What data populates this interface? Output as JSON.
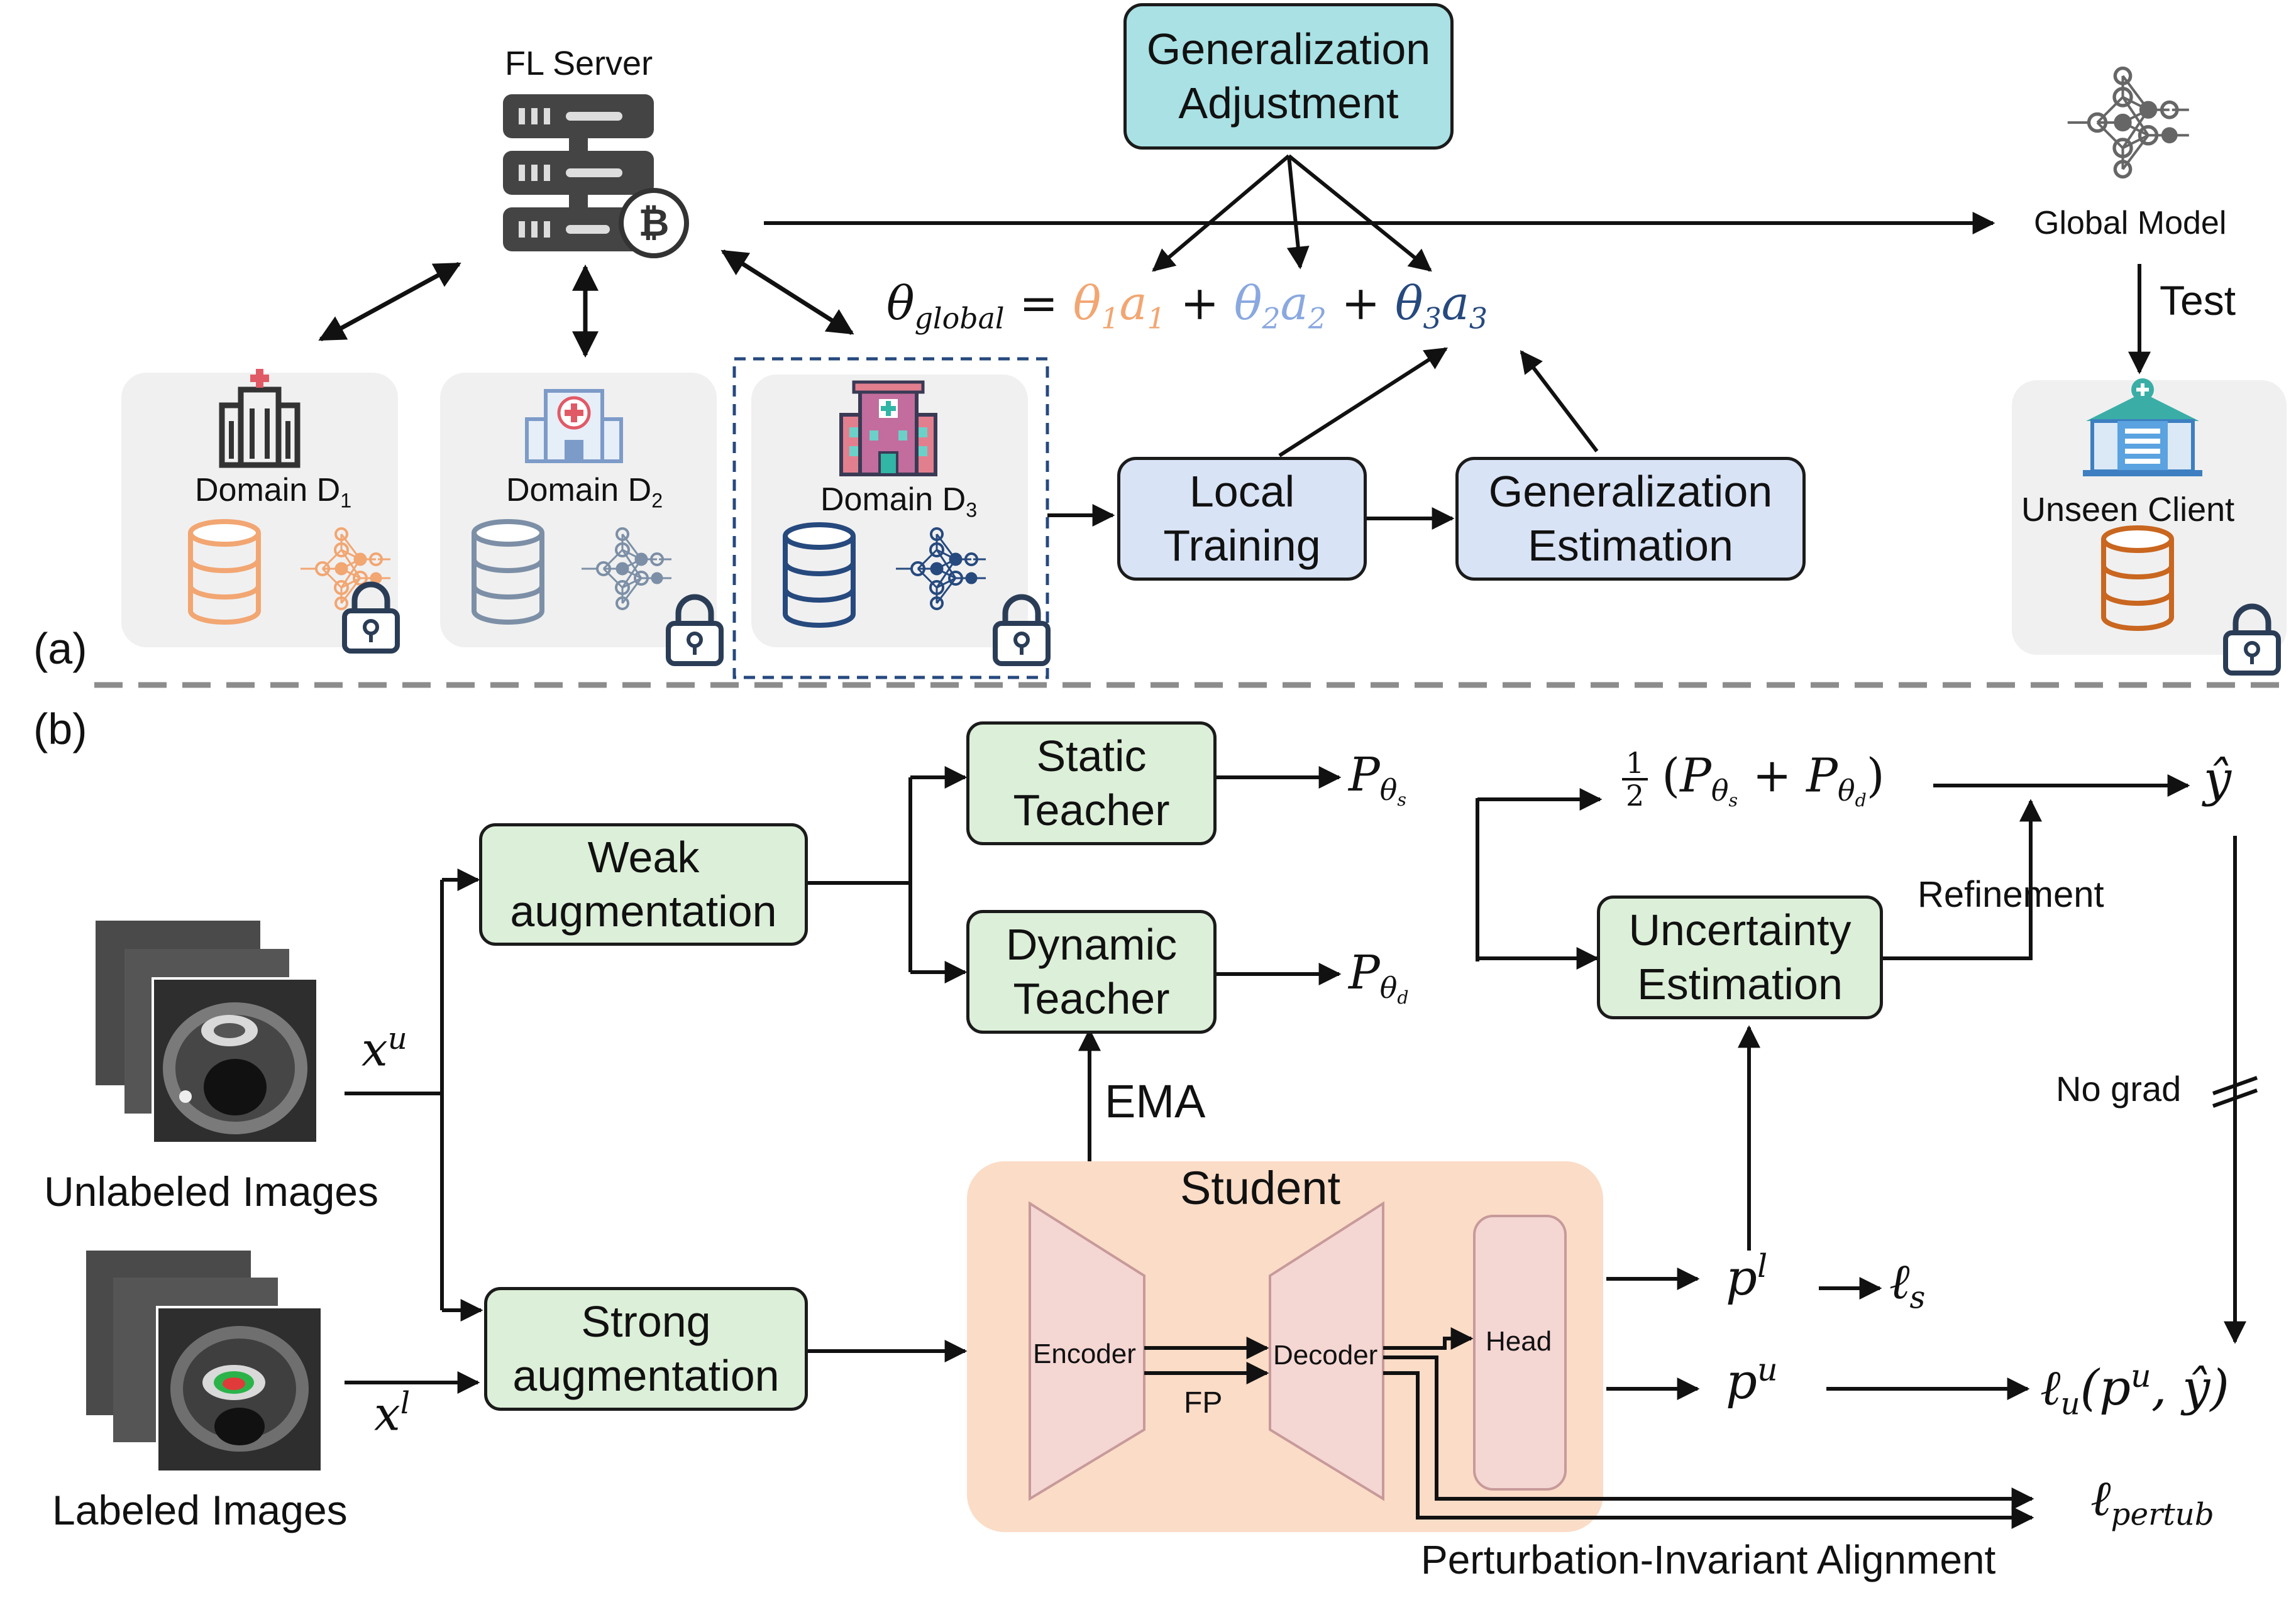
{
  "panel_labels": {
    "a": "(a)",
    "b": "(b)"
  },
  "server": {
    "label": "FL Server"
  },
  "domains": [
    {
      "name": "Domain D",
      "sub": "1"
    },
    {
      "name": "Domain D",
      "sub": "2"
    },
    {
      "name": "Domain D",
      "sub": "3"
    }
  ],
  "boxes": {
    "gen_adjust": "Generalization Adjustment",
    "local_training": "Local Training",
    "gen_estimation": "Generalization Estimation",
    "weak_aug": "Weak augmentation",
    "strong_aug": "Strong augmentation",
    "static_teacher": "Static Teacher",
    "dynamic_teacher": "Dynamic Teacher",
    "uncertainty": "Uncertainty Estimation"
  },
  "equation": {
    "lhs": "θ",
    "lhs_sub": "global",
    "eq": "=",
    "plus": "+",
    "terms": [
      {
        "theta": "θ",
        "sub": "1",
        "a": "a",
        "color": "#f2a672"
      },
      {
        "theta": "θ",
        "sub": "2",
        "a": "a",
        "color": "#8aa8e0"
      },
      {
        "theta": "θ",
        "sub": "3",
        "a": "a",
        "color": "#26497e"
      }
    ]
  },
  "global_model": {
    "label": "Global Model",
    "test": "Test"
  },
  "unseen_client": {
    "label": "Unseen Client"
  },
  "inputs": {
    "unlabeled": "Unlabeled Images",
    "labeled": "Labeled Images",
    "xu_base": "x",
    "xu_sup": "u",
    "xl_base": "x",
    "xl_sup": "l"
  },
  "student": {
    "title": "Student",
    "encoder": "Encoder",
    "decoder": "Decoder",
    "head": "Head",
    "fp": "FP",
    "ema": "EMA"
  },
  "math": {
    "p": "P",
    "theta": "θ",
    "s": "s",
    "d": "d",
    "half_num": "1",
    "half_den": "2",
    "yhat": "ŷ",
    "pl_base": "p",
    "pl_sup": "l",
    "pu_base": "p",
    "pu_sup": "u",
    "ell": "ℓ",
    "ls_sub": "s",
    "lu_sub": "u",
    "lpertub_sub": "pertub",
    "lu_args": "(p",
    "lu_tail": ", ŷ)"
  },
  "annotations": {
    "refinement": "Refinement",
    "no_grad": "No grad",
    "pia": "Perturbation-Invariant Alignment"
  },
  "colors": {
    "orange": "#f2a672",
    "light_blue": "#8aa8e0",
    "dark_blue": "#26497e",
    "teal_box": "#a9e1e4",
    "blue_box": "#d8e3f5",
    "green_box": "#dcefd8",
    "student_bg": "#fbdcc7",
    "trapezoid": "#f4d6d3",
    "lock": "#2b3d56",
    "unseen_db": "#c9661f"
  }
}
